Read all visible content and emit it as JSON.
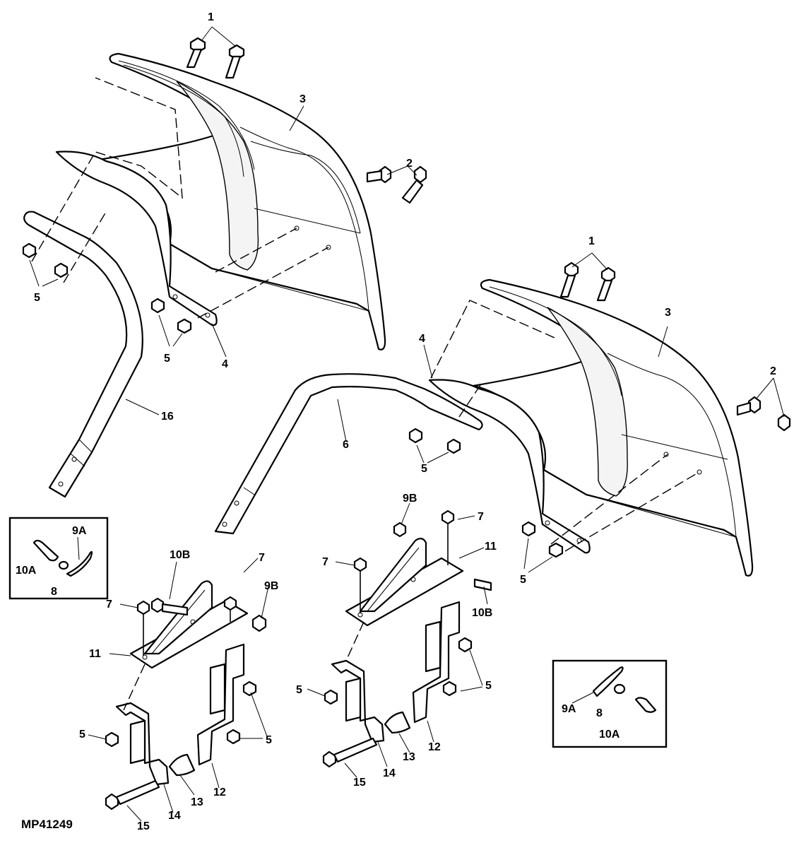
{
  "diagram": {
    "figure_code": "MP41249",
    "callouts": {
      "c1": "1",
      "c2": "2",
      "c3": "3",
      "c4": "4",
      "c5": "5",
      "c6": "6",
      "c7": "7",
      "c8": "8",
      "c9a": "9A",
      "c9b": "9B",
      "c10a": "10A",
      "c10b": "10B",
      "c11": "11",
      "c12": "12",
      "c13": "13",
      "c14": "14",
      "c15": "15",
      "c16": "16"
    }
  }
}
